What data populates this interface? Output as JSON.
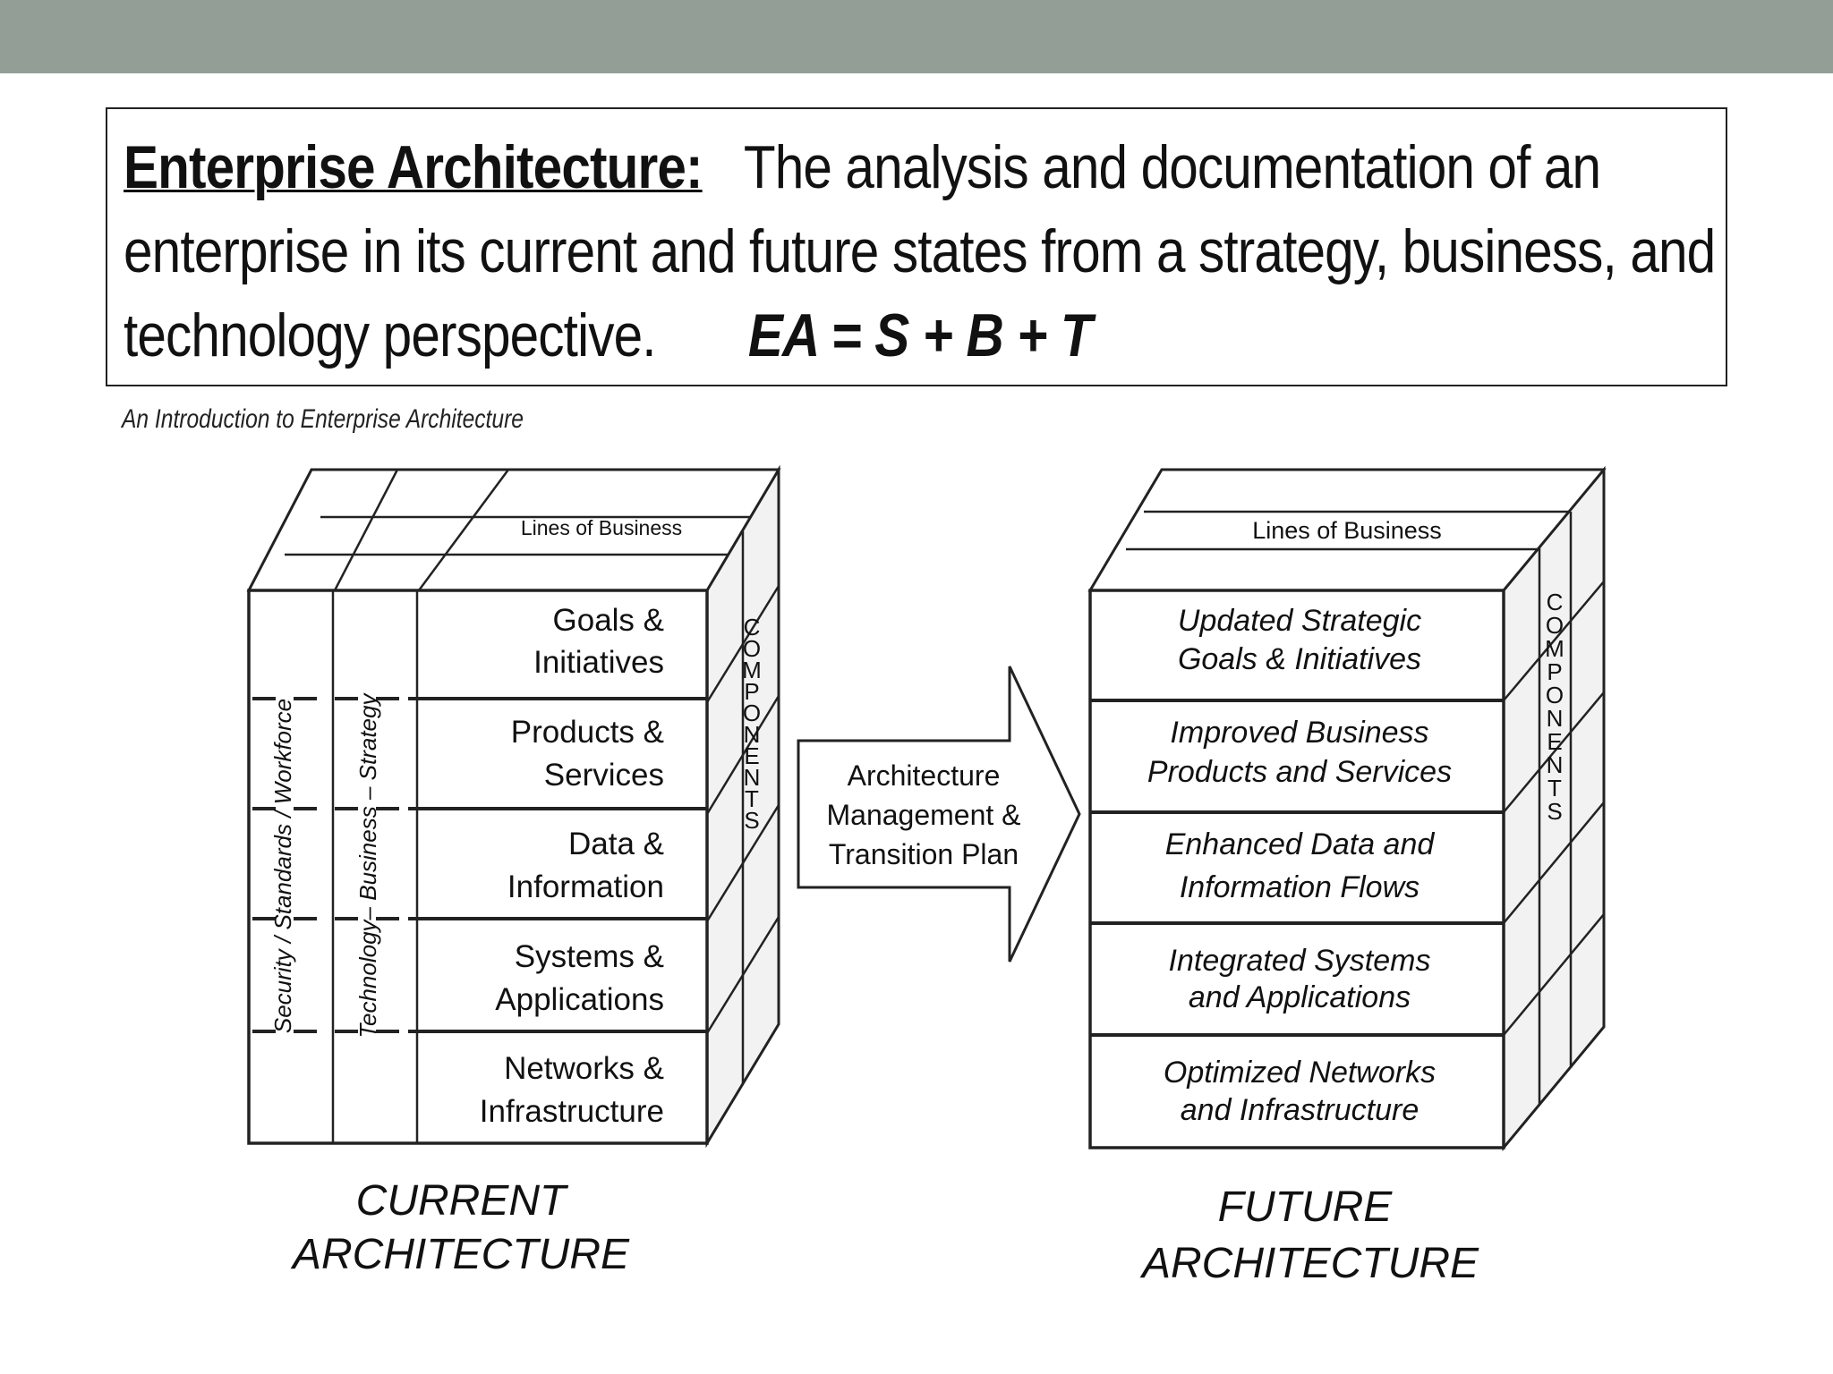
{
  "definition": {
    "term": "Enterprise Architecture:",
    "line1": "The analysis and documentation of an",
    "line2": "enterprise in its current and future states from a strategy, business, and",
    "line3": "technology perspective.",
    "formula": "EA = S + B + T"
  },
  "caption": "An Introduction to Enterprise Architecture",
  "current": {
    "lines_of_business": "Lines of Business",
    "components": "COMPONENTS",
    "side_labels": [
      "Security / Standards / Workforce",
      "Technology– Business – Strategy"
    ],
    "rows": [
      [
        "Goals &",
        "Initiatives"
      ],
      [
        "Products &",
        "Services"
      ],
      [
        "Data &",
        "Information"
      ],
      [
        "Systems &",
        "Applications"
      ],
      [
        "Networks &",
        "Infrastructure"
      ]
    ],
    "title": [
      "CURRENT",
      "ARCHITECTURE"
    ]
  },
  "transition": [
    "Architecture",
    "Management &",
    "Transition Plan"
  ],
  "future": {
    "lines_of_business": "Lines of Business",
    "components": "COMPONENTS",
    "rows": [
      [
        "Updated Strategic",
        "Goals & Initiatives"
      ],
      [
        "Improved Business",
        "Products and Services"
      ],
      [
        "Enhanced Data and",
        "Information Flows"
      ],
      [
        "Integrated Systems",
        "and Applications"
      ],
      [
        "Optimized Networks",
        "and Infrastructure"
      ]
    ],
    "title": [
      "FUTURE",
      "ARCHITECTURE"
    ]
  }
}
